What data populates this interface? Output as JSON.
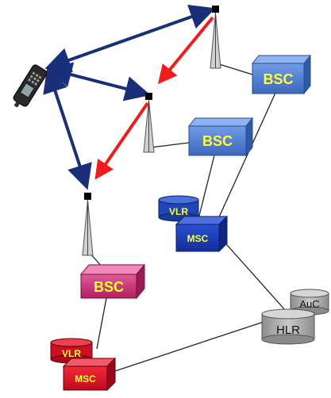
{
  "diagram": {
    "labels": {
      "bsc_top": "BSC",
      "bsc_middle": "BSC",
      "bsc_bottom": "BSC",
      "vlr_blue": "VLR",
      "msc_blue": "MSC",
      "vlr_red": "VLR",
      "msc_red": "MSC",
      "hlr": "HLR",
      "auc": "AuC"
    },
    "colors": {
      "link_blue": "#1a2f7a",
      "handover_red": "#ee1c1c",
      "bsc_blue": "#4f7fd1",
      "msc_blue": "#1a3bb3",
      "vlr_blue": "#1f45b8",
      "bsc_pink": "#cc3377",
      "msc_red": "#d8102a",
      "vlr_red": "#cc0f22",
      "hlr_gray": "#a3a3a3",
      "label_yellow": "#ffff33",
      "line_black": "#222222"
    },
    "icons": [
      "mobile-phone-icon",
      "antenna-mast-icon"
    ]
  }
}
